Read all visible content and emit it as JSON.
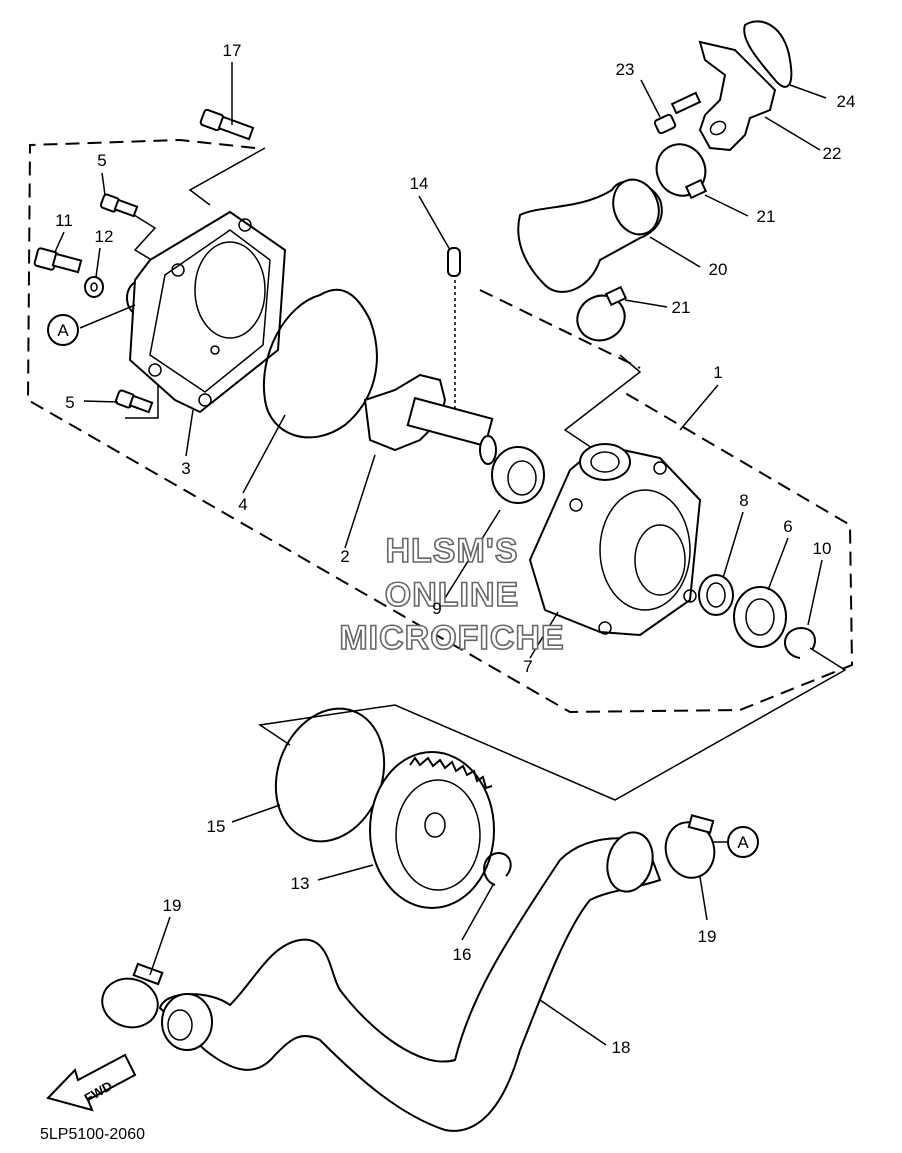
{
  "diagram": {
    "part_labels": {
      "p1": "1",
      "p2": "2",
      "p3": "3",
      "p4": "4",
      "p5a": "5",
      "p5b": "5",
      "p6": "6",
      "p7": "7",
      "p8": "8",
      "p9": "9",
      "p10": "10",
      "p11": "11",
      "p12": "12",
      "p13": "13",
      "p14": "14",
      "p15": "15",
      "p16": "16",
      "p17": "17",
      "p18": "18",
      "p19a": "19",
      "p19b": "19",
      "p20": "20",
      "p21a": "21",
      "p21b": "21",
      "p22": "22",
      "p23": "23",
      "p24": "24"
    },
    "ref_markers": {
      "a_left": "A",
      "a_right": "A"
    },
    "watermark": {
      "line1": "HLSM'S",
      "line2": "ONLINE",
      "line3": "MICROFICHE"
    },
    "fwd_arrow": "FWD",
    "diagram_code": "5LP5100-2060"
  }
}
